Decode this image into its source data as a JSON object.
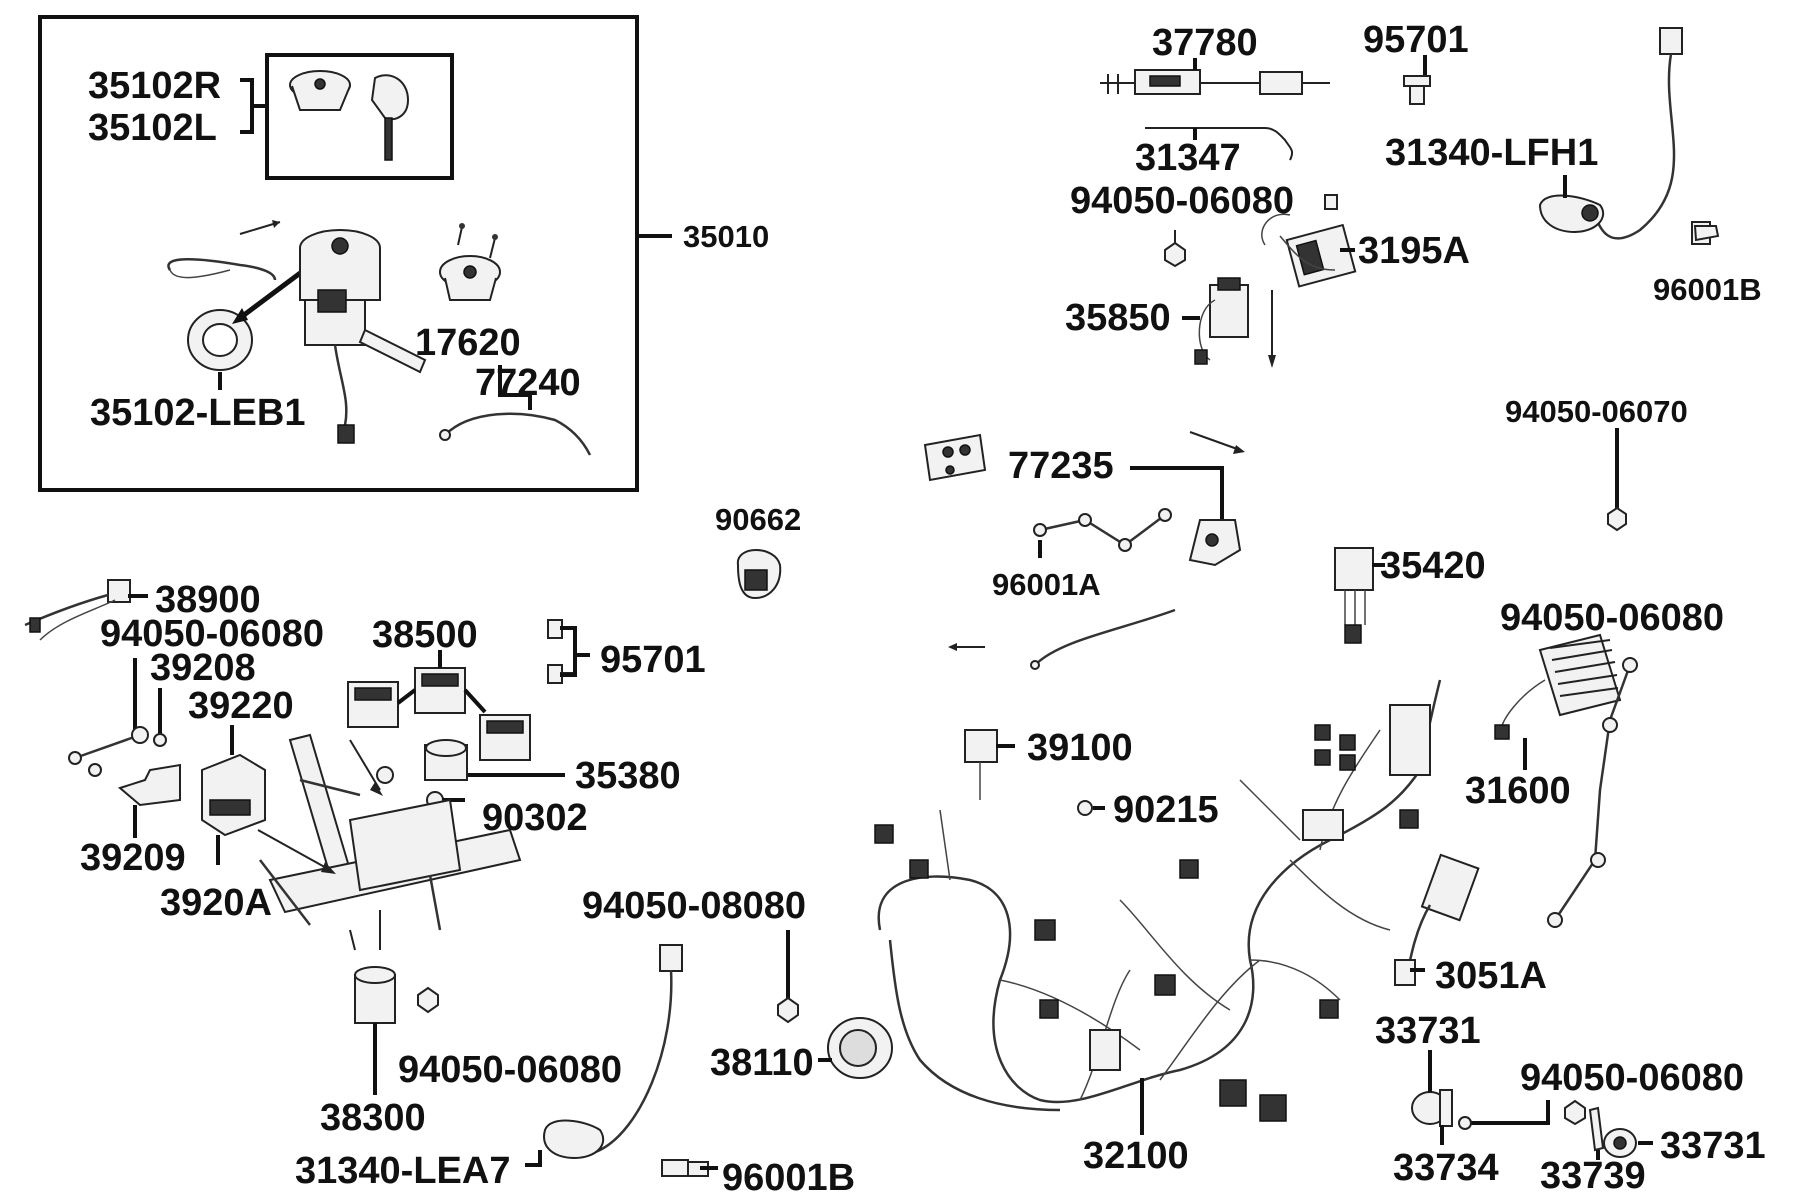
{
  "labels": {
    "p35102R": "35102R",
    "p35102L": "35102L",
    "p35010": "35010",
    "p17620": "17620",
    "p35102LEB1": "35102-LEB1",
    "p77240": "77240",
    "p37780": "37780",
    "p95701a": "95701",
    "p31347": "31347",
    "p31340LFH1": "31340-LFH1",
    "p94050_06080a": "94050-06080",
    "p3195A": "3195A",
    "p35850": "35850",
    "p96001Ba": "96001B",
    "p94050_06070": "94050-06070",
    "p77235": "77235",
    "p90662": "90662",
    "p96001A": "96001A",
    "p35420": "35420",
    "p94050_06080b": "94050-06080",
    "p38900": "38900",
    "p94050_06080c": "94050-06080",
    "p39208": "39208",
    "p38500": "38500",
    "p95701b": "95701",
    "p39220": "39220",
    "p39100": "39100",
    "p35380": "35380",
    "p31600": "31600",
    "p90302": "90302",
    "p90215": "90215",
    "p39209": "39209",
    "p3920A": "3920A",
    "p94050_08080": "94050-08080",
    "p3051A": "3051A",
    "p33731a": "33731",
    "p94050_06080d": "94050-06080",
    "p38110": "38110",
    "p94050_06080e": "94050-06080",
    "p38300": "38300",
    "p32100": "32100",
    "p33731b": "33731",
    "p31340LEA7": "31340-LEA7",
    "p96001Bb": "96001B",
    "p33734": "33734",
    "p33739": "33739"
  }
}
